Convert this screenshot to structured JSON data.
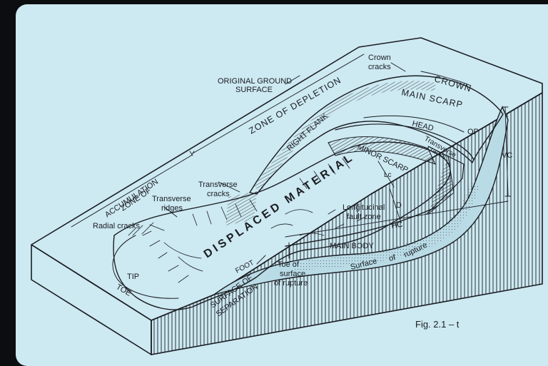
{
  "labels": {
    "original_ground_surface": [
      "ORIGINAL GROUND",
      "SURFACE"
    ],
    "crown_cracks": [
      "Crown",
      "cracks"
    ],
    "crown": "CROWN",
    "main_scarp": "MAIN SCARP",
    "zone_of_depletion": "ZONE OF DEPLETION",
    "right_flank": "RIGHT FLANK",
    "head": "HEAD",
    "op": "OP",
    "transverse_cracks_right": [
      "Transverse",
      "cracks"
    ],
    "vc": "VC",
    "minor_scarp": "MINOR SCARP",
    "lc": "Lc",
    "zone_of_accumulation": [
      "ZONE OF",
      "ACCUMULATION"
    ],
    "transverse_cracks_left": [
      "Transverse",
      "cracks"
    ],
    "transverse_ridges": [
      "Transverse",
      "ridges"
    ],
    "displaced_material": "DISPLACED MATERIAL",
    "longitudinal_fault_zone": [
      "Longitudinal",
      "fault zone"
    ],
    "d": "D",
    "hc": "HC",
    "radial_cracks": "Radial cracks",
    "main_body": "MAIN BODY",
    "foot": "FOOT",
    "tip": "TIP",
    "toe": "TOE",
    "toe_of_surface_of_rupture": [
      "Toe of",
      "surface",
      "of rupture"
    ],
    "surface_of_rupture_1": "Surface",
    "surface_of_rupture_2": "of",
    "surface_of_rupture_3": "rupture",
    "surface_of_separation": [
      "SURFACE OF",
      "SEPARATION"
    ],
    "figure_caption": "Fig. 2.1 – t"
  },
  "colors": {
    "slide_background": "#cde9f2",
    "frame": "#0c0d10",
    "ink": "#1a1d22",
    "rupture_fill": "#b9dbe6"
  }
}
